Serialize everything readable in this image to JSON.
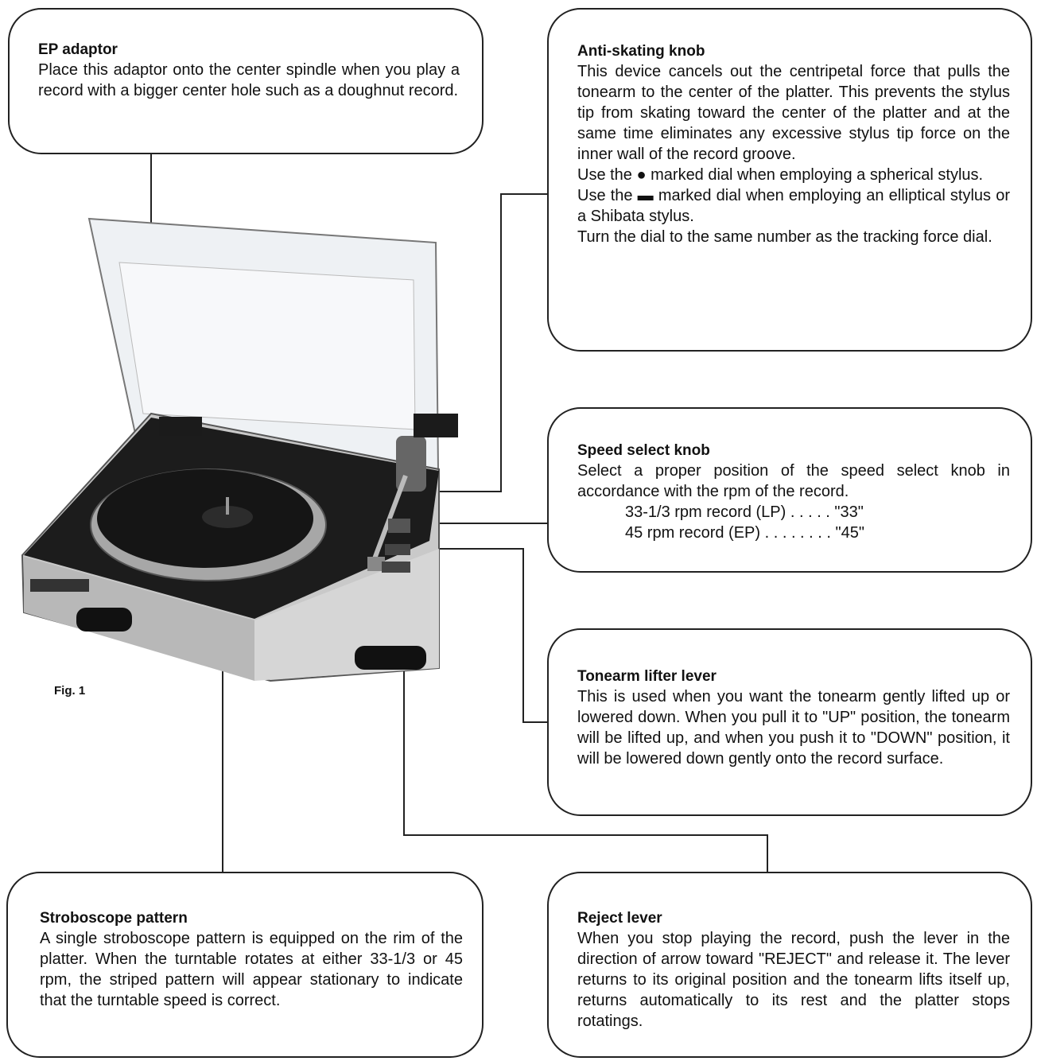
{
  "figure_label": "Fig. 1",
  "callouts": {
    "ep_adaptor": {
      "title": "EP adaptor",
      "body": "Place this adaptor onto the center spindle when you play a record with a bigger center hole such as a doughnut record."
    },
    "anti_skating": {
      "title": "Anti-skating knob",
      "para1": "This device cancels out the centripetal force that pulls the tonearm to the center of the platter. This prevents the stylus tip from skating toward the center of the platter and at the same time eliminates any excessive stylus tip force on the inner wall of the record groove.",
      "para2": "Use the ● marked dial when employing a spherical stylus.",
      "para3": "Use the ▬ marked dial when employing an elliptical stylus or a Shibata stylus.",
      "para4": "Turn the dial to the same number as the tracking force dial."
    },
    "speed_select": {
      "title": "Speed select knob",
      "body": "Select a proper position of the speed select knob in accordance with the rpm of the record.",
      "row1": "33-1/3 rpm record (LP) . . . . . \"33\"",
      "row2": "45 rpm record (EP) . . . . . . . . \"45\""
    },
    "tonearm_lifter": {
      "title": "Tonearm lifter lever",
      "body": "This is used when you want the tonearm gently lifted up or lowered down. When you pull it to \"UP\" position, the tonearm will be lifted up, and when you push it to \"DOWN\" position, it will be lowered down gently onto the record surface."
    },
    "stroboscope": {
      "title": "Stroboscope pattern",
      "body": "A single stroboscope pattern is equipped on the rim of the platter. When the turntable rotates at either 33-1/3 or 45 rpm, the striped pattern will appear stationary to indicate that the turntable speed is correct."
    },
    "reject": {
      "title": "Reject lever",
      "body": "When you stop playing the record, push the lever in the direction of arrow toward \"REJECT\" and release it. The lever returns to its original position and the tonearm lifts itself up, returns automatically to its rest and the platter stops rotatings."
    }
  }
}
